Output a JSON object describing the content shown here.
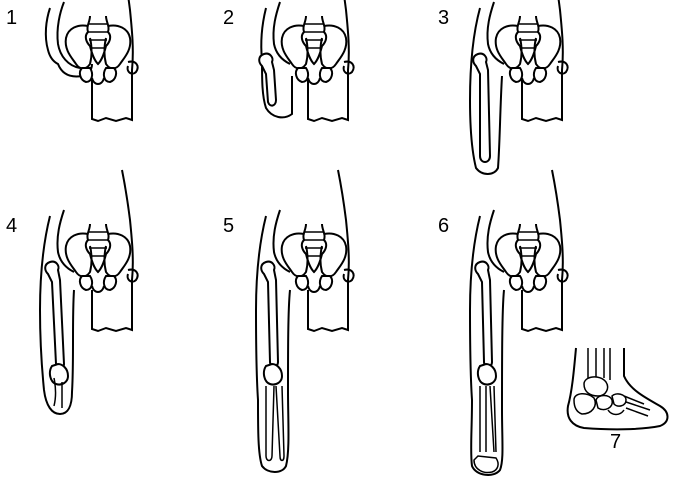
{
  "panels": [
    {
      "label": "1"
    },
    {
      "label": "2"
    },
    {
      "label": "3"
    },
    {
      "label": "4"
    },
    {
      "label": "5"
    },
    {
      "label": "6"
    },
    {
      "label": "7"
    }
  ]
}
